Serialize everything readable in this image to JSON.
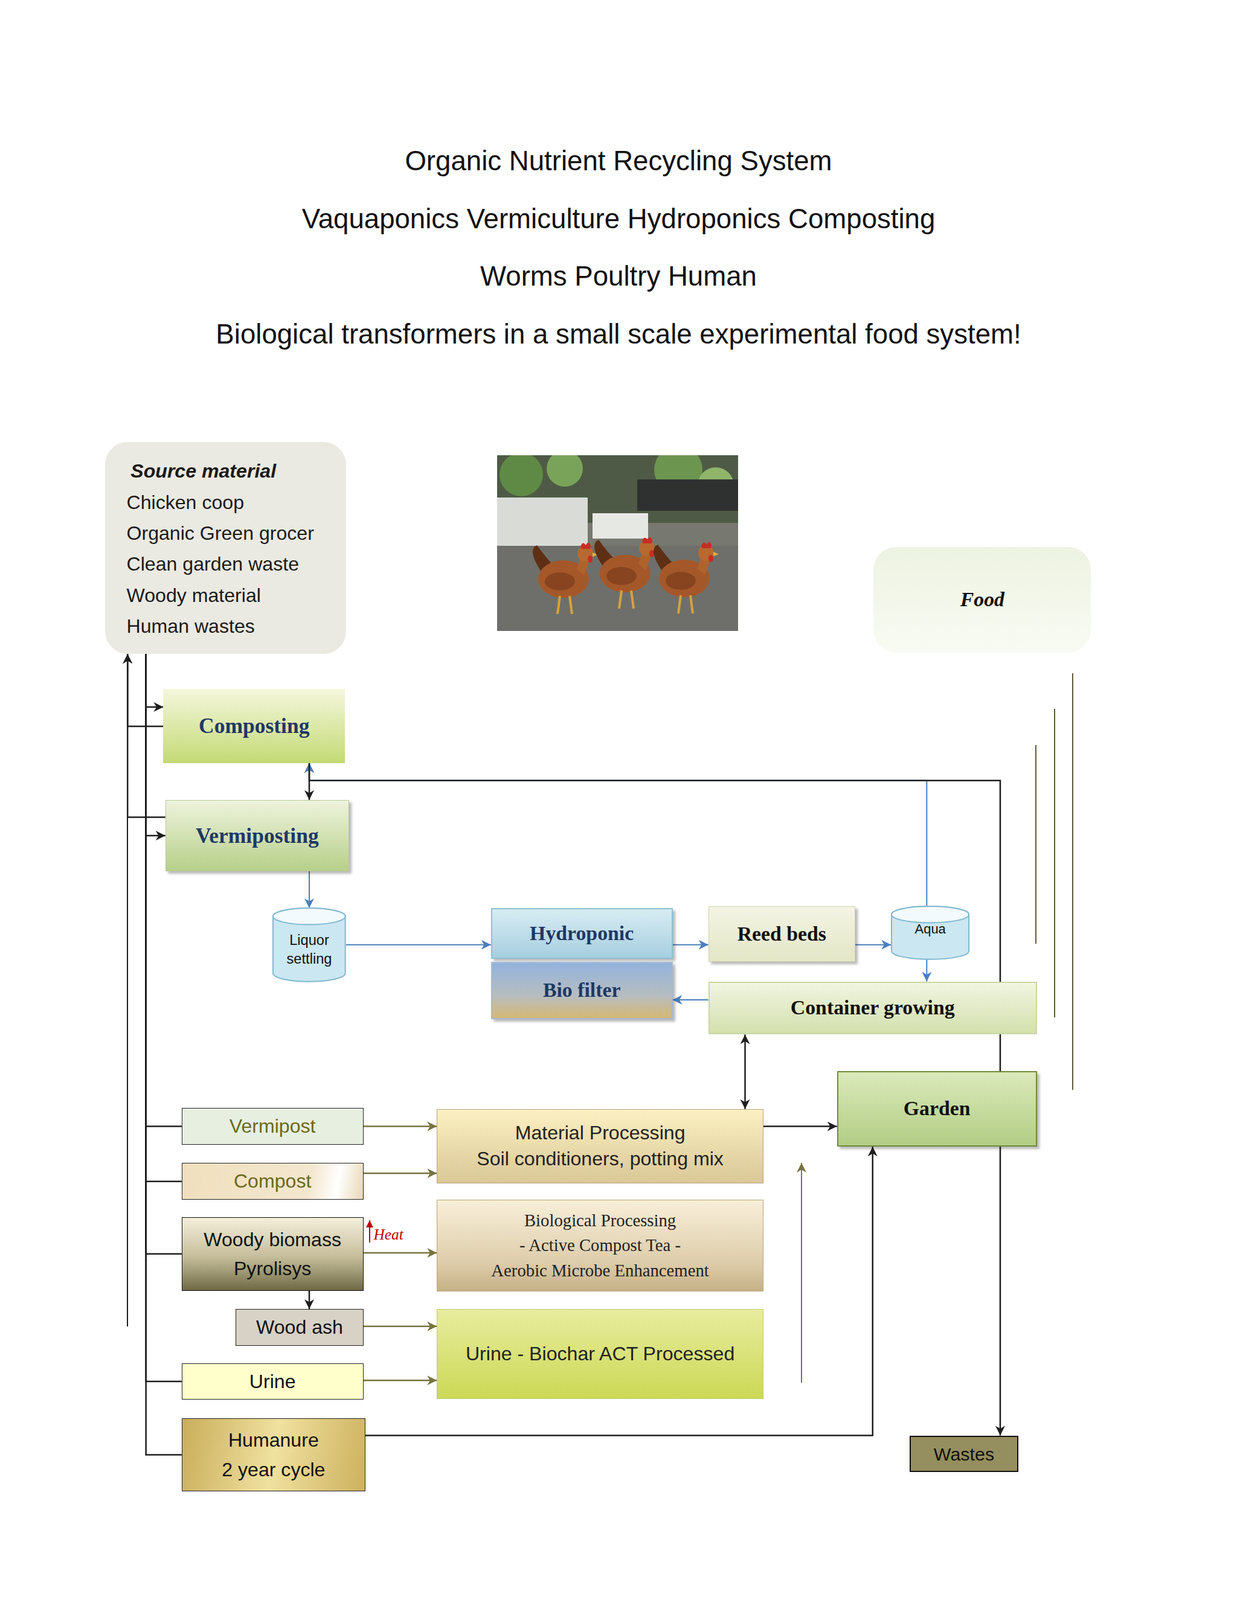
{
  "diagram": {
    "title": "Organic Nutrient Recycling System",
    "nodes": [
      {
        "text": [
          "Source material",
          "Chicken coop",
          "Organic Green grocer",
          "Clean garden waste",
          "Woody material",
          "Human wastes"
        ]
      },
      {
        "text": [
          "Food"
        ]
      },
      {
        "text": [
          "Composting"
        ]
      },
      {
        "text": [
          "Vermiposting"
        ]
      },
      {
        "text": [
          "Liquor settling"
        ]
      },
      {
        "text": [
          "Hydroponic"
        ]
      },
      {
        "text": [
          "Reed beds"
        ]
      },
      {
        "text": [
          "Aqua"
        ]
      },
      {
        "text": [
          "Bio filter"
        ]
      },
      {
        "text": [
          "Container growing"
        ]
      },
      {
        "text": [
          "Garden"
        ]
      },
      {
        "text": [
          "Vermipost"
        ]
      },
      {
        "text": [
          "Material Processing",
          "Soil conditioners, potting mix"
        ]
      },
      {
        "text": [
          "Compost"
        ]
      },
      {
        "text": [
          "Woody biomass",
          "Pyrolisys"
        ]
      },
      {
        "text": [
          "Biological Processing",
          "- Active Compost Tea -",
          "Aerobic Microbe Enhancement"
        ]
      },
      {
        "text": [
          "Wood ash"
        ]
      },
      {
        "text": [
          "Urine - Biochar ACT Processed"
        ]
      },
      {
        "text": [
          "Urine"
        ]
      },
      {
        "text": [
          "Humanure",
          "2 year cycle"
        ]
      },
      {
        "text": [
          "Wastes"
        ]
      }
    ],
    "edges": [
      {
        "from": 0,
        "to": 2,
        "arrow": "to"
      },
      {
        "from": 2,
        "to": 0,
        "arrow": "to"
      },
      {
        "from": 0,
        "to": 3,
        "arrow": "to"
      },
      {
        "from": 3,
        "to": 0,
        "arrow": "to"
      },
      {
        "from": 2,
        "to": 3,
        "arrow": "both"
      },
      {
        "from": 3,
        "to": 4,
        "arrow": "to"
      },
      {
        "from": 4,
        "to": 5,
        "arrow": "to"
      },
      {
        "from": 5,
        "to": 6,
        "arrow": "to"
      },
      {
        "from": 6,
        "to": 7,
        "arrow": "to"
      },
      {
        "from": 7,
        "to": 9,
        "arrow": "to"
      },
      {
        "from": 7,
        "to": 2,
        "arrow": "to"
      },
      {
        "from": 10,
        "to": 2,
        "arrow": "none"
      },
      {
        "from": 9,
        "to": 8,
        "arrow": "to"
      },
      {
        "from": 9,
        "to": 12,
        "arrow": "both"
      },
      {
        "from": 12,
        "to": 10,
        "arrow": "to"
      },
      {
        "from": 11,
        "to": 12,
        "arrow": "to"
      },
      {
        "from": 13,
        "to": 12,
        "arrow": "to"
      },
      {
        "from": 14,
        "to": 15,
        "arrow": "to"
      },
      {
        "from": 14,
        "to": 16,
        "arrow": "to"
      },
      {
        "from": 16,
        "to": 17,
        "arrow": "to"
      },
      {
        "from": 18,
        "to": 17,
        "arrow": "to"
      },
      {
        "from": 0,
        "to": 11,
        "arrow": "none"
      },
      {
        "from": 0,
        "to": 13,
        "arrow": "none"
      },
      {
        "from": 0,
        "to": 14,
        "arrow": "none"
      },
      {
        "from": 0,
        "to": 18,
        "arrow": "none"
      },
      {
        "from": 0,
        "to": 19,
        "arrow": "none"
      },
      {
        "from": 19,
        "to": 10,
        "arrow": "to"
      },
      {
        "from": 10,
        "to": 20,
        "arrow": "to"
      }
    ],
    "labels": [
      "Vaquaponics Vermiculture Hydroponics Composting",
      "Worms Poultry Human",
      "Biological transformers in a small scale experimental food system!",
      "Heat"
    ]
  }
}
